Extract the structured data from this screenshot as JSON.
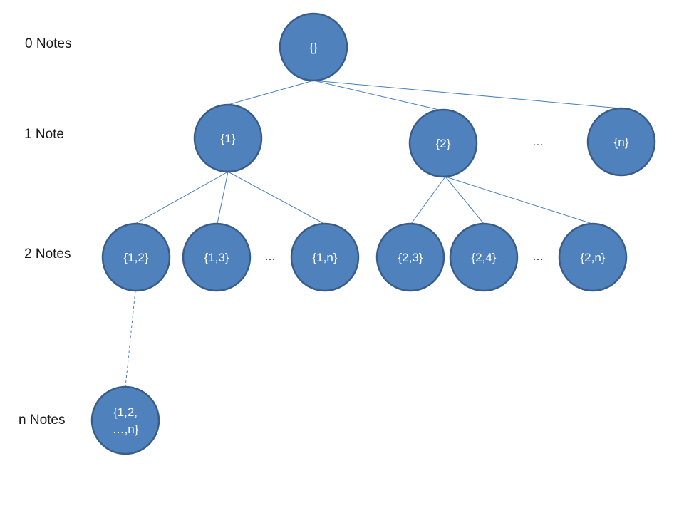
{
  "level_labels": {
    "level_0": "0 Notes",
    "level_1": "1 Note",
    "level_2": "2 Notes",
    "level_n": "n Notes"
  },
  "nodes": {
    "root": "{}",
    "n1": "{1}",
    "n2": "{2}",
    "nn": "{n}",
    "n12": "{1,2}",
    "n13": "{1,3}",
    "n1n": "{1,n}",
    "n23": "{2,3}",
    "n24": "{2,4}",
    "n2n": "{2,n}",
    "n12n_line1": "{1,2,",
    "n12n_line2": "…,n}"
  },
  "ellipsis": "…",
  "colors": {
    "node_fill": "#4f81bd",
    "node_stroke": "#385d8a",
    "edge": "#4a7ebb"
  }
}
